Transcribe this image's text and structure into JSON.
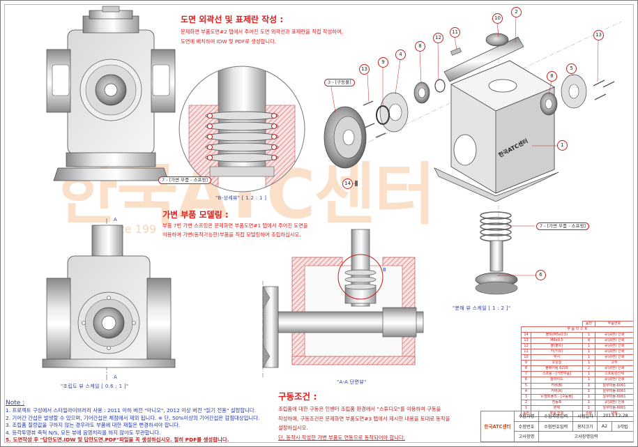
{
  "colors": {
    "accent": "#e31b1b",
    "caption": "#2b3fb5",
    "watermark": "#f08228"
  },
  "top_instruction": {
    "title": "도면 외곽선 및 표제란 작성 :",
    "lines": [
      "문제화면 부품도면#2 탭에서 주어진 도면 외곽선과 표제란을 직접 작성하여,",
      "도면에 배치하여 IDW 및 PDF로 생성합니다."
    ]
  },
  "middle_instruction": {
    "title": "가변 부품 모델링 :",
    "lines": [
      "부품 7번 가변 스프링은 문제화면 부품도면#1 탭에서 주어진 도면을",
      "이용하여 가변(동적가능한)부품을 직접 모델링하여 조립하십시오."
    ]
  },
  "drive": {
    "title": "구동조건 :",
    "lines": [
      "조립품에 대한 구동은 인벤터 조립품 환경에서 \"스튜디오\"를 이용하여 구동을",
      "작성하며, 구동조건은 문제화면 부품도면#3 탭에서 제시한 내용을 토대로 동작을",
      "설정하십시오.",
      "단, 동작시 작성한 가변 부품도 연동으로 동작되어야 합니다."
    ]
  },
  "note": {
    "title": "Note :",
    "lines": [
      "1. 프로젝트 구성에서 스타일라이브러리 사용 : 2011 이하 버전 \"아니오\", 2012 이상 버전 \"읽기 전용\" 설정합니다.",
      "2. 기어간 간섭은 발생할 수 있으며, 기어간섭은 체점에서 제외 됩니다. ※ 단, 50%이상의 기어간섭은 감점대상입니다.",
      "3. 조립품 질량값을 구하지 않는 경우라도 부품에 대한 재질은 변경하셔야 합니다.",
      "4. 등각투영뷰 축척 N/S, 모든 뷰에 음영처리를 하지 않아도 무관합니다.",
      "5. 도면작성 후 \"답안도면.IDW 및 답안도면.PDF\"파일을 꼭 생성하십시오. 필히 PDF를 생성합니다."
    ]
  },
  "captions": {
    "detail": "\"B-상세뷰\" [ 1.2 : 1 ]",
    "assembly": "\"조립도 뷰 스케일 [ 0.6 : 1 ]\"",
    "section": "\"A-A 단면뷰\"",
    "exploded": "\"분해 뷰 스케일 [ 1 : 2 ]\""
  },
  "tags": {
    "drive_pulley": "3 - [구동풀]",
    "spring_detail": "7 - [가변 부품 - 스프링]",
    "spring_exploded": "7 - [가변 부품 - 스프링]"
  },
  "letters": {
    "a_top": "A",
    "a_bottom": "A",
    "b": "B"
  },
  "callouts": [
    "10",
    "2",
    "12",
    "11",
    "13",
    "4",
    "9",
    "8",
    "13",
    "8",
    "5",
    "1",
    "14",
    "6"
  ],
  "watermark": {
    "brand": "한국ATC센터",
    "since": "since 199",
    "stamp": "한국ATC센터"
  },
  "bom": {
    "title": "부 품 리 스 트",
    "rows": [
      [
        "14",
        "볼트(M5x0.5)",
        "1",
        "규(규환) 인쇄"
      ],
      [
        "13",
        "M8x0.5",
        "8",
        "규(규환) 인쇄"
      ],
      [
        "12",
        "볼(볼트)",
        "1",
        "규(규환) 인쇄"
      ],
      [
        "11",
        "키(키트)",
        "1",
        "규(규환) 인쇄"
      ],
      [
        "10",
        "부시",
        "1",
        "규(규환) 인쇄"
      ],
      [
        "9",
        "오일실",
        "1",
        "고무"
      ],
      [
        "8",
        "볼베어링 6205",
        "2",
        "규(규환) 인쇄"
      ],
      [
        "7",
        "스프링 - [가변부품]",
        "1",
        "스프링강선재"
      ],
      [
        "6",
        "슬라이드",
        "1",
        "규(규환) 인쇄"
      ],
      [
        "5",
        "커버(B)",
        "1",
        "알루미늄-6061"
      ],
      [
        "4",
        "커버(A)",
        "1",
        "알루미늄-6061"
      ],
      [
        "3",
        "V-벨트풀리 - [구동풀]",
        "1",
        "알루미늄-6061"
      ],
      [
        "2",
        "전동축",
        "1",
        "규(규환) 인쇄"
      ],
      [
        "1",
        "본체",
        "1",
        "알루미늄-6061"
      ],
      [
        "품번",
        "부품 번호",
        "수량",
        "재질"
      ]
    ],
    "header_extra": [
      "품번",
      "부품번호"
    ]
  },
  "title_block": {
    "logo": "한국ATC센터",
    "rows": [
      [
        "수험자명",
        "수험자명입력",
        "시험일자",
        "2013-12-28"
      ],
      [
        "수험번호",
        "수험번호입력",
        "용지크기",
        "A2",
        "3각법"
      ],
      [
        "고사장명",
        "고사장명입력"
      ]
    ]
  }
}
